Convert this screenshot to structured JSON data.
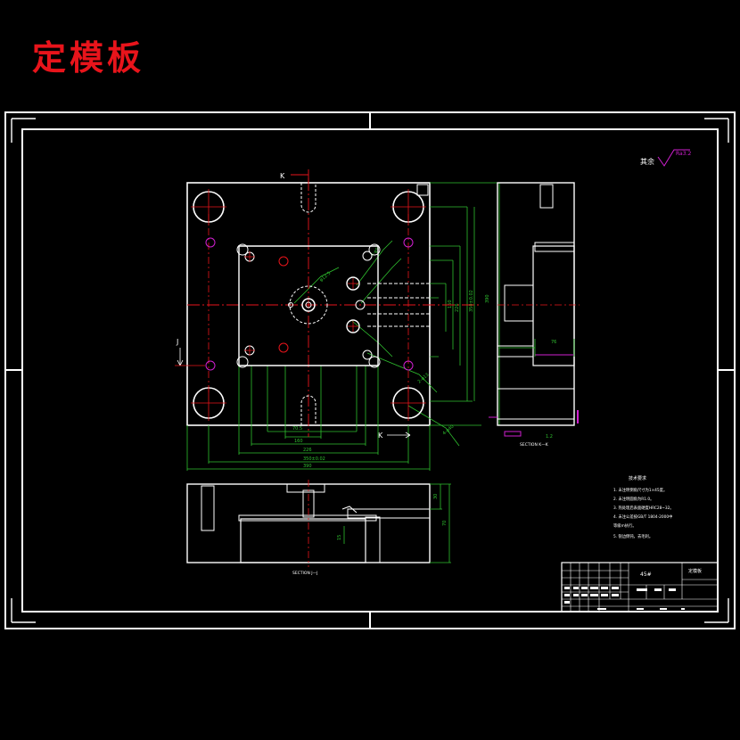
{
  "title": "定模板",
  "labels": {
    "section_k_top": "K",
    "section_k_bottom": "K",
    "section_j_marker": "J",
    "section_kk": "SECTION K—K",
    "section_jj": "SECTION J—J",
    "roughness_prefix": "其余",
    "roughness_value": "Ra3.2",
    "tech_req_title": "技术要求",
    "material": "45#",
    "part_name": "定模板"
  },
  "tech_requirements": [
    "1. 未注明倒角尺寸为1×45度。",
    "2. 未注明圆角为R1.0。",
    "3. 热处理后表面硬度HRC28~32。",
    "4. 未注公差按GB/T 1804-2000中",
    "   等级m执行。",
    "5. 锐边倒钝，去毛刺。"
  ],
  "colors": {
    "background": "#000000",
    "outline": "#ffffff",
    "dimension": "#2fc02f",
    "centerline": "#e8141b",
    "highlight": "#d020d0",
    "title": "#e8141b"
  }
}
